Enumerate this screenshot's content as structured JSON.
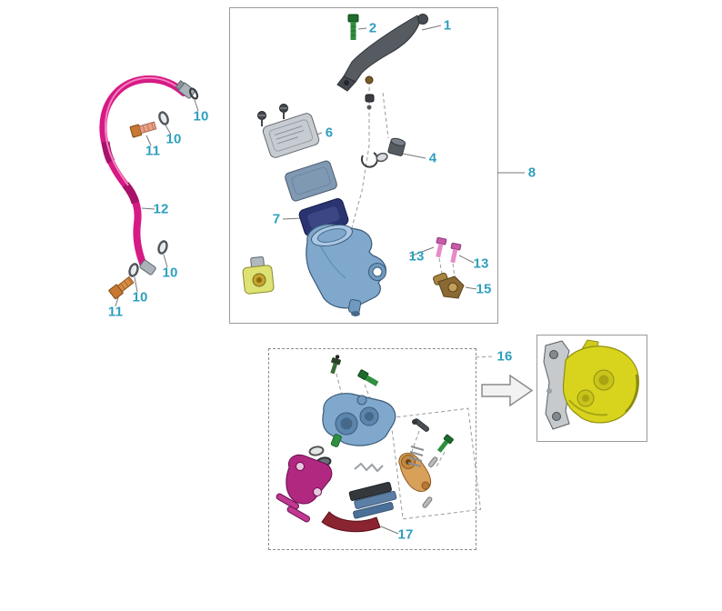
{
  "colors": {
    "callout": "#2E9FBE",
    "hose": "#D61A85",
    "caliper-blue": "#7FA8CC",
    "caliper-yellow": "#D8D41E",
    "bracket-magenta": "#B02880",
    "pad-maroon": "#8A2430",
    "bolt-green": "#2F8F3F",
    "bolt-orange": "#C87830",
    "bolt-pink": "#E88AC8"
  },
  "callouts": [
    {
      "part": "brake-lever",
      "label": "1"
    },
    {
      "part": "lever-pivot-bolt",
      "label": "2"
    },
    {
      "part": "pivot-bushing-set",
      "label": "4"
    },
    {
      "part": "reservoir-cap",
      "label": "6"
    },
    {
      "part": "diaphragm",
      "label": "7"
    },
    {
      "part": "master-cylinder-assembly",
      "label": "8"
    },
    {
      "part": "o-ring-top",
      "label": "10"
    },
    {
      "part": "washer-upper",
      "label": "10"
    },
    {
      "part": "banjo-bolt-upper",
      "label": "11"
    },
    {
      "part": "brake-hose",
      "label": "12"
    },
    {
      "part": "washer-lower-a",
      "label": "10"
    },
    {
      "part": "washer-lower-b",
      "label": "10"
    },
    {
      "part": "banjo-bolt-lower",
      "label": "11"
    },
    {
      "part": "joint-bolt-left",
      "label": "13"
    },
    {
      "part": "joint-bolt-right",
      "label": "13"
    },
    {
      "part": "hose-joint",
      "label": "15"
    },
    {
      "part": "caliper-assembly",
      "label": "16"
    },
    {
      "part": "pad-stay",
      "label": "17"
    }
  ]
}
